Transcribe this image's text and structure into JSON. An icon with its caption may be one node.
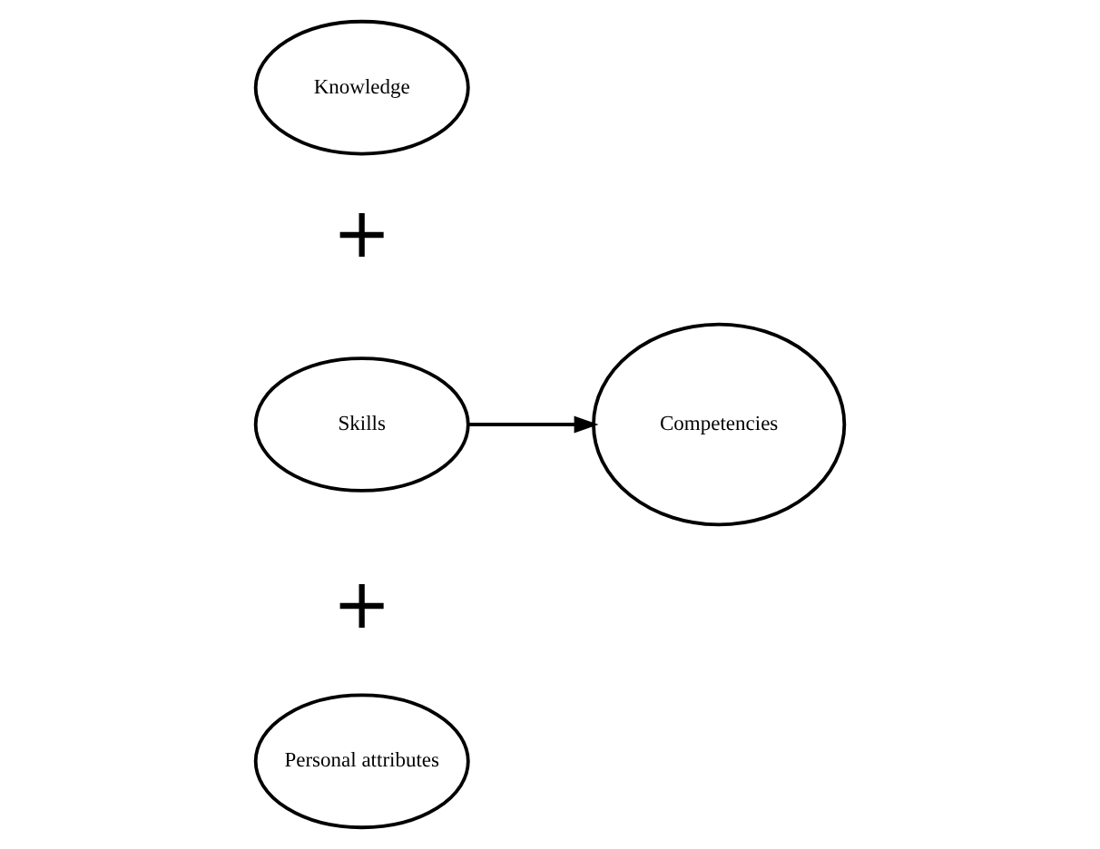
{
  "diagram": {
    "nodes": [
      {
        "text": [
          "Knowledge"
        ]
      },
      {
        "text": [
          "Skills"
        ]
      },
      {
        "text": [
          "Personal attributes"
        ]
      },
      {
        "text": [
          "Competencies"
        ]
      }
    ],
    "edges": [
      {
        "from": 1,
        "to": 3,
        "arrow": "to"
      }
    ],
    "labels": [
      "+",
      "+"
    ]
  }
}
